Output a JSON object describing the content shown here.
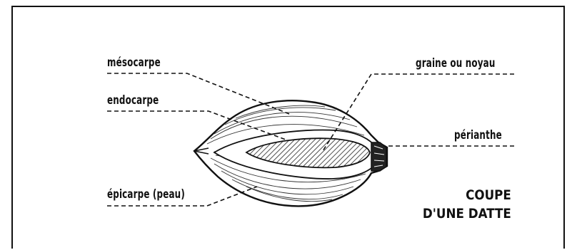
{
  "labels": {
    "mesocarpe": "mésocarpe",
    "endocarpe": "endocarpe",
    "epicarpe": "épicarpe (peau)",
    "graine": "graine ou noyau",
    "perianthe": "périanthe"
  },
  "caption": {
    "line1": "COUPE",
    "line2": "D'UNE DATTE"
  }
}
